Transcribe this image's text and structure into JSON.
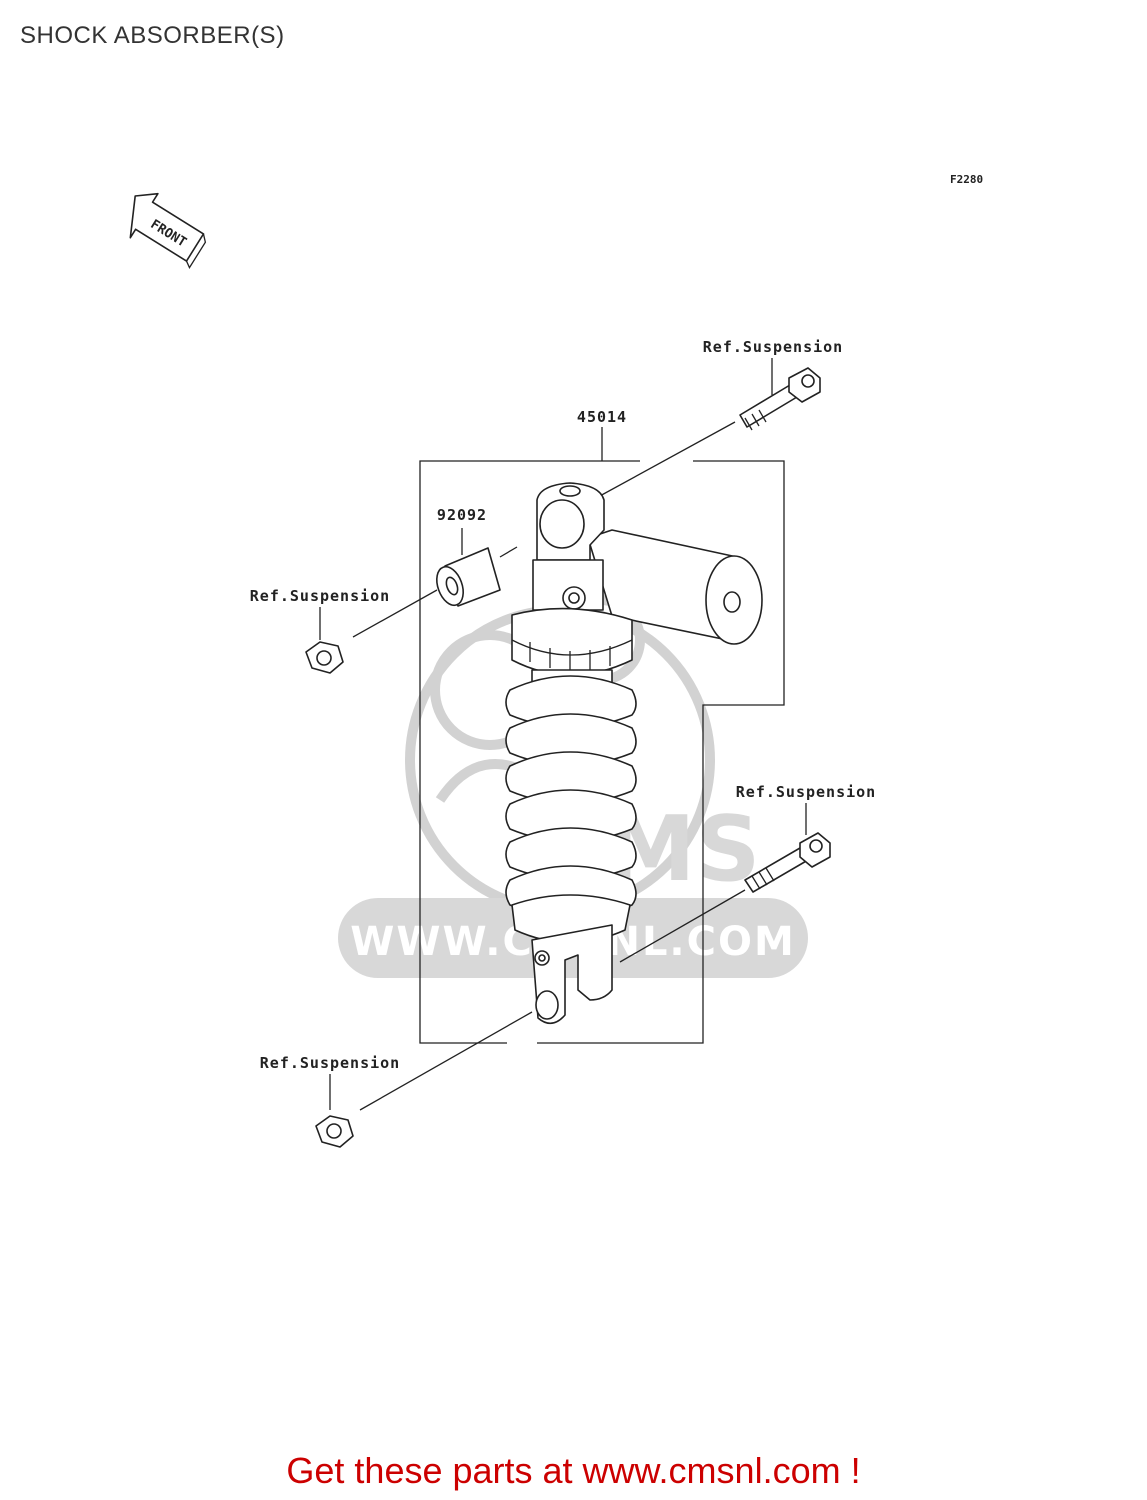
{
  "title": "SHOCK ABSORBER(S)",
  "diagram_code": "F2280",
  "front_arrow_label": "FRONT",
  "parts": [
    {
      "number": "45014"
    },
    {
      "number": "92092"
    }
  ],
  "refs": [
    "Ref.Suspension",
    "Ref.Suspension",
    "Ref.Suspension",
    "Ref.Suspension"
  ],
  "watermark": {
    "logo": "CMS",
    "text": "WWW.CMSNL.COM"
  },
  "footer": "Get these parts at www.cmsnl.com !",
  "colors": {
    "footer": "#cc0000",
    "line_art": "#222222",
    "watermark": "#d8d8d8"
  }
}
